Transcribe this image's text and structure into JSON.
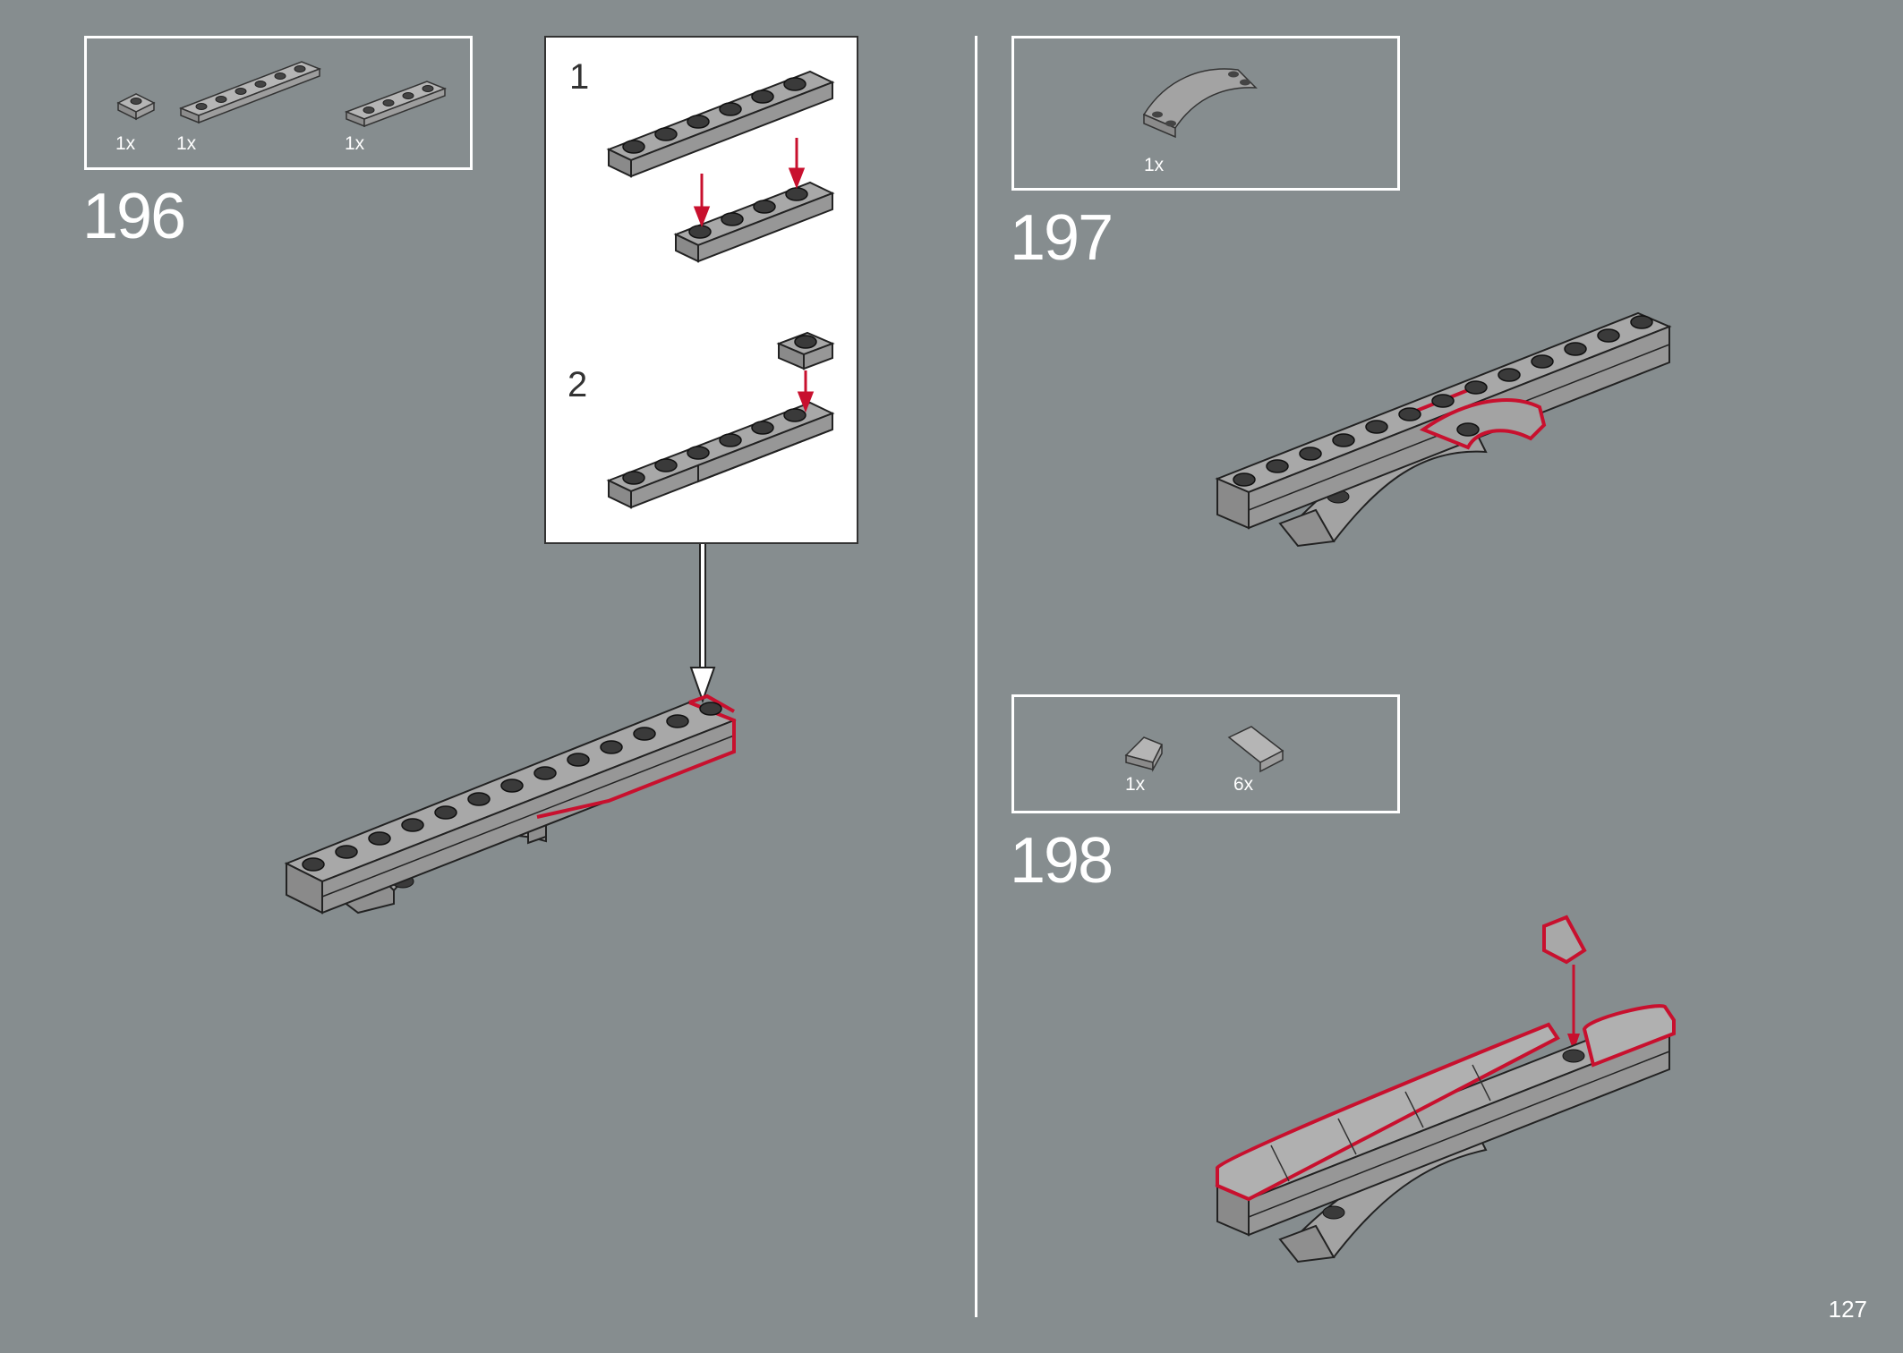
{
  "page_number": "127",
  "steps": [
    {
      "number": "196",
      "parts": [
        {
          "qty": "1x",
          "icon": "plate-1x1-icon"
        },
        {
          "qty": "1x",
          "icon": "plate-1x6-icon"
        },
        {
          "qty": "1x",
          "icon": "plate-1x4-icon"
        }
      ],
      "substeps": [
        {
          "number": "1"
        },
        {
          "number": "2"
        }
      ]
    },
    {
      "number": "197",
      "parts": [
        {
          "qty": "1x",
          "icon": "arch-plate-icon"
        }
      ]
    },
    {
      "number": "198",
      "parts": [
        {
          "qty": "1x",
          "icon": "slope-small-icon"
        },
        {
          "qty": "6x",
          "icon": "slope-large-icon"
        }
      ]
    }
  ],
  "colors": {
    "background": "#868d8f",
    "brick": "#a8a8a8",
    "stud": "#3a3a3a",
    "highlight": "#c8102e",
    "box_border": "#ffffff"
  }
}
